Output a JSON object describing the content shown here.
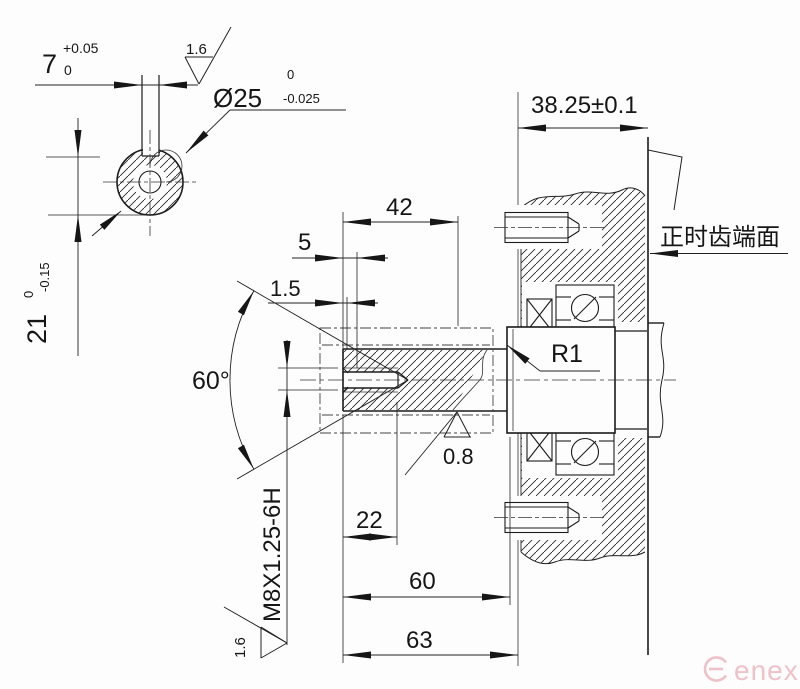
{
  "labels": {
    "kw_width": "7",
    "kw_width_tol_up": "+0.05",
    "kw_width_tol_lo": "0",
    "sf_keyway": "1.6",
    "dia": "Ø25",
    "dia_tol_up": "0",
    "dia_tol_lo": "-0.025",
    "depth": "21",
    "depth_tol_up": "0",
    "depth_tol_lo": "-0.15",
    "len_42": "42",
    "len_5": "5",
    "len_1_5": "1.5",
    "angle_60": "60°",
    "fillet_r1": "R1",
    "sf_bore": "0.8",
    "len_22": "22",
    "len_60": "60",
    "len_63": "63",
    "width_38": "38.25±0.1",
    "face": "正时齿端面",
    "thread": "M8X1.25-6H",
    "sf_thread": "1.6",
    "watermark": "enex"
  }
}
